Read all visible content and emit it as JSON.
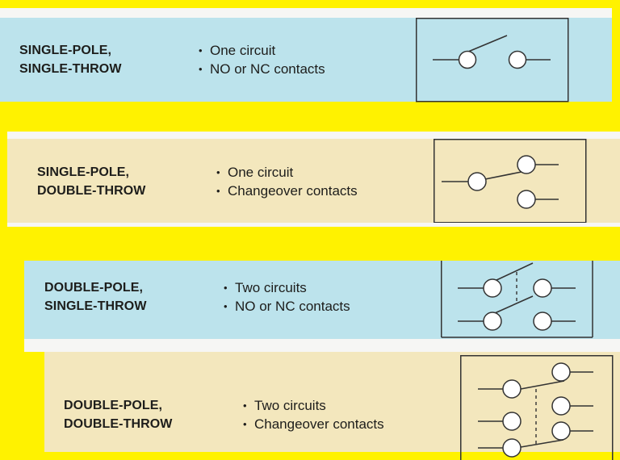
{
  "colors": {
    "background": "#FFF200",
    "panel_blue": "#BCE3EC",
    "panel_tan": "#F3E7BD",
    "strip": "#F6F6F4",
    "stroke": "#333333"
  },
  "switches": [
    {
      "title_line1": "SINGLE-POLE,",
      "title_line2": "SINGLE-THROW",
      "bullets": [
        "One circuit",
        "NO or NC contacts"
      ],
      "diagram": "spst-symbol"
    },
    {
      "title_line1": "SINGLE-POLE,",
      "title_line2": "DOUBLE-THROW",
      "bullets": [
        "One circuit",
        "Changeover contacts"
      ],
      "diagram": "spdt-symbol"
    },
    {
      "title_line1": "DOUBLE-POLE,",
      "title_line2": "SINGLE-THROW",
      "bullets": [
        "Two circuits",
        "NO or NC contacts"
      ],
      "diagram": "dpst-symbol"
    },
    {
      "title_line1": "DOUBLE-POLE,",
      "title_line2": "DOUBLE-THROW",
      "bullets": [
        "Two circuits",
        "Changeover contacts"
      ],
      "diagram": "dpdt-symbol"
    }
  ]
}
